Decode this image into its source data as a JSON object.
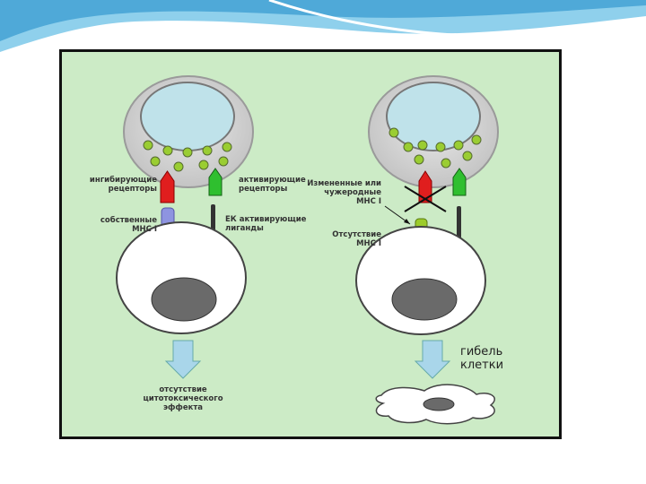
{
  "labels": {
    "inhibitory_receptors": [
      "ингибирующие",
      "рецепторы"
    ],
    "activating_receptors": [
      "активирующие",
      "рецепторы"
    ],
    "own_mhc": [
      "собственные",
      "МНС I"
    ],
    "nk_activating_ligands": [
      "ЕК активирующие",
      "лиганды"
    ],
    "no_effect": [
      "отсутствие",
      "цитотоксического",
      "эффекта"
    ],
    "altered_mhc": [
      "Измененные или",
      "чужеродные",
      "МНС I"
    ],
    "absent_mhc": [
      "Отсутствие",
      "МНС I"
    ],
    "cell_death": [
      "гибель",
      "клетки"
    ]
  },
  "colors": {
    "panel_bg": "#ccebc6",
    "inhibitory_receptor": "#e01e1e",
    "activating_receptor": "#2fbf2f",
    "own_mhc": "#8e94e0",
    "altered_mhc": "#9ccc2a",
    "granule": "#9acd32",
    "nucleus": "#6a6a6a",
    "arrow": "#a9d6ea",
    "header_accent": "#5aaed6"
  }
}
